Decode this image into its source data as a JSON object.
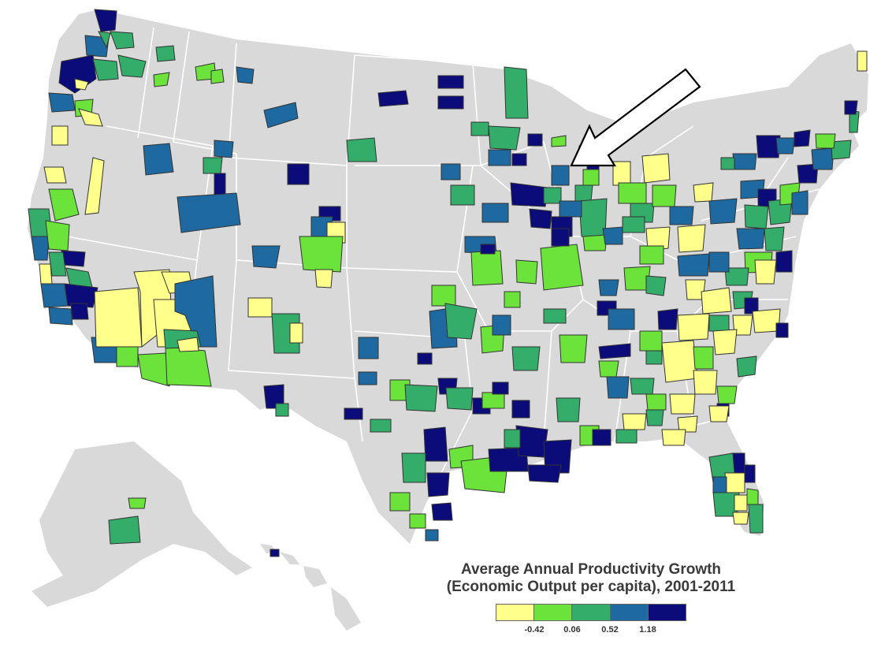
{
  "legend": {
    "title_line1": "Average Annual Productivity Growth",
    "title_line2": "(Economic Output per capita), 2001-2011",
    "classes": [
      {
        "color": "#ffff8c"
      },
      {
        "color": "#6be33a"
      },
      {
        "color": "#34ad6a"
      },
      {
        "color": "#1e6aa0"
      },
      {
        "color": "#0b0b7a"
      }
    ],
    "tick_labels": [
      "-0.42",
      "0.06",
      "0.52",
      "1.18"
    ]
  },
  "colors": {
    "land": "#d9d9d9",
    "state_borders": "#ffffff",
    "region_outline": "#333333",
    "arrow_fill": "#ffffff",
    "arrow_stroke": "#000000"
  },
  "annotation": {
    "arrow_icon": "arrow-pointing-to-lake-michigan-west-shore"
  }
}
